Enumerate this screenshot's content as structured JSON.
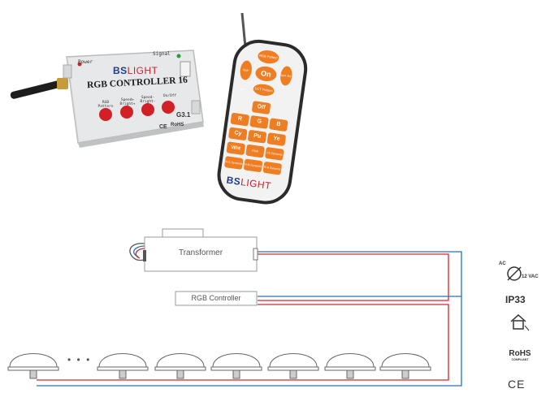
{
  "controller": {
    "brand_prefix": "BS",
    "brand_suffix": "LIGHT",
    "model": "RGB CONTROLLER 16",
    "power_label": "Power",
    "signal_label": "Signal",
    "buttons": [
      "RGB Pattern",
      "Speed+ Bright+",
      "Speed- Bright-",
      "On/Off"
    ],
    "version": "G3.1",
    "marks": [
      "CE",
      "RoHS"
    ]
  },
  "remote": {
    "brand_prefix": "BS",
    "brand_suffix": "LIGHT",
    "top_keys": [
      "RGB Pattern",
      "On",
      "Spd+ Brt+",
      "Spd- Brt-",
      "CCT Pattern"
    ],
    "rows": [
      [
        "Off"
      ],
      [
        "R",
        "G",
        "B"
      ],
      [
        "Cy",
        "Pu",
        "Ye"
      ],
      [
        "Wht",
        "RGB Dynamic",
        "CC Dynamic"
      ],
      [
        "R-G Dynamic",
        "G-B Dynamic",
        "R-B Dynamic"
      ]
    ]
  },
  "diagram": {
    "transformer_label": "Transformer",
    "controller_label": "RGB Controller",
    "ellipsis": "• • •",
    "wire_red": "#d9252b",
    "wire_blue": "#2a6fb8"
  },
  "certs": {
    "ac_label": "AC",
    "voltage": "12 VAC",
    "ip_rating": "IP33",
    "rohs": "RoHS",
    "rohs_sub": "COMPLIANT",
    "ce": "CE"
  }
}
